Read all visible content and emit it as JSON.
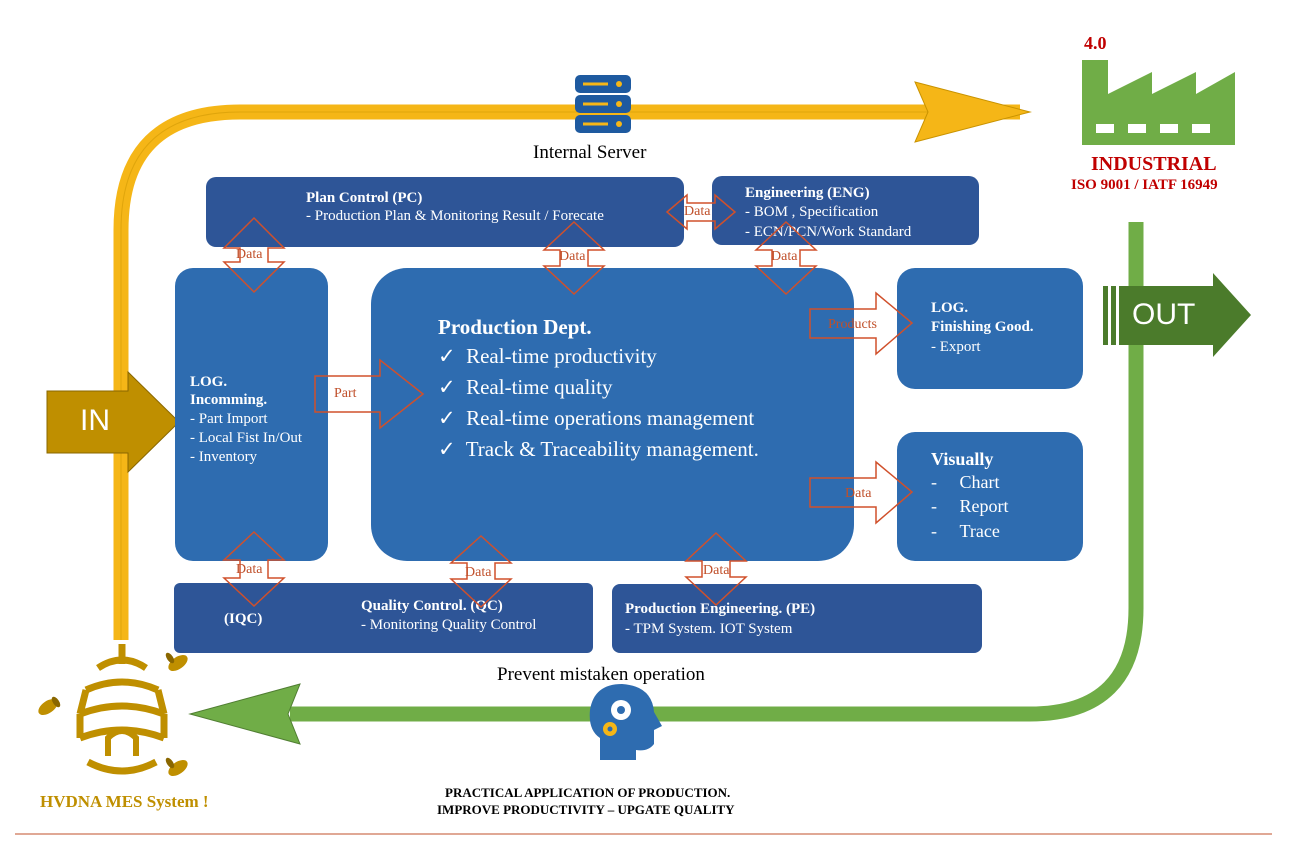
{
  "colors": {
    "flow_yellow": "#f5b617",
    "flow_green": "#70ad47",
    "box_dark": "#2e5597",
    "box_mid": "#2e6cb0",
    "arrow_outline": "#d0502b",
    "in_arrow": "#bf8f00",
    "out_arrow": "#4b7b2b",
    "industrial_red": "#c00000",
    "hive_gold": "#bf8f00"
  },
  "icons": {
    "server": "database-server-icon",
    "factory": "factory-icon",
    "head": "gear-head-icon",
    "hive": "beehive-icon",
    "bees": "bee-icon"
  },
  "server_label": "Internal Server",
  "industrial": {
    "version": "4.0",
    "title": "INDUSTRIAL",
    "standards": "ISO 9001 / IATF 16949"
  },
  "io": {
    "in": "IN",
    "out": "OUT"
  },
  "boxes": {
    "pc": {
      "title": "Plan Control (PC)",
      "line1": "- Production Plan  & Monitoring Result / Forecate"
    },
    "eng": {
      "title": "Engineering (ENG)",
      "line1": "- BOM , Specification",
      "line2": "- ECN/PCN/Work Standard"
    },
    "log_in": {
      "title1": "LOG.",
      "title2": "Incomming.",
      "line1": "- Part Import",
      "line2": "- Local Fist In/Out",
      "line3": "- Inventory"
    },
    "prod": {
      "title": "Production Dept.",
      "items": [
        "Real-time productivity",
        "Real-time quality",
        "Real-time operations management",
        "Track & Traceability management."
      ]
    },
    "log_out": {
      "title1": "LOG.",
      "title2": "Finishing Good.",
      "line1": "- Export"
    },
    "visually": {
      "title": "Visually",
      "items": [
        "Chart",
        "Report",
        "Trace"
      ]
    },
    "iqc": {
      "title": "(IQC)"
    },
    "qc": {
      "title": "Quality Control. (QC)",
      "line1": "- Monitoring Quality Control"
    },
    "pe": {
      "title": "Production Engineering. (PE)",
      "line1": "- TPM System.  IOT System"
    }
  },
  "arrows": {
    "data": "Data",
    "part": "Part",
    "products": "Products"
  },
  "prevent": "Prevent mistaken operation",
  "footer": {
    "line1": "PRACTICAL APPLICATION OF PRODUCTION.",
    "line2": "IMPROVE PRODUCTIVITY – UPGATE QUALITY"
  },
  "brand": "HVDNA MES System !"
}
